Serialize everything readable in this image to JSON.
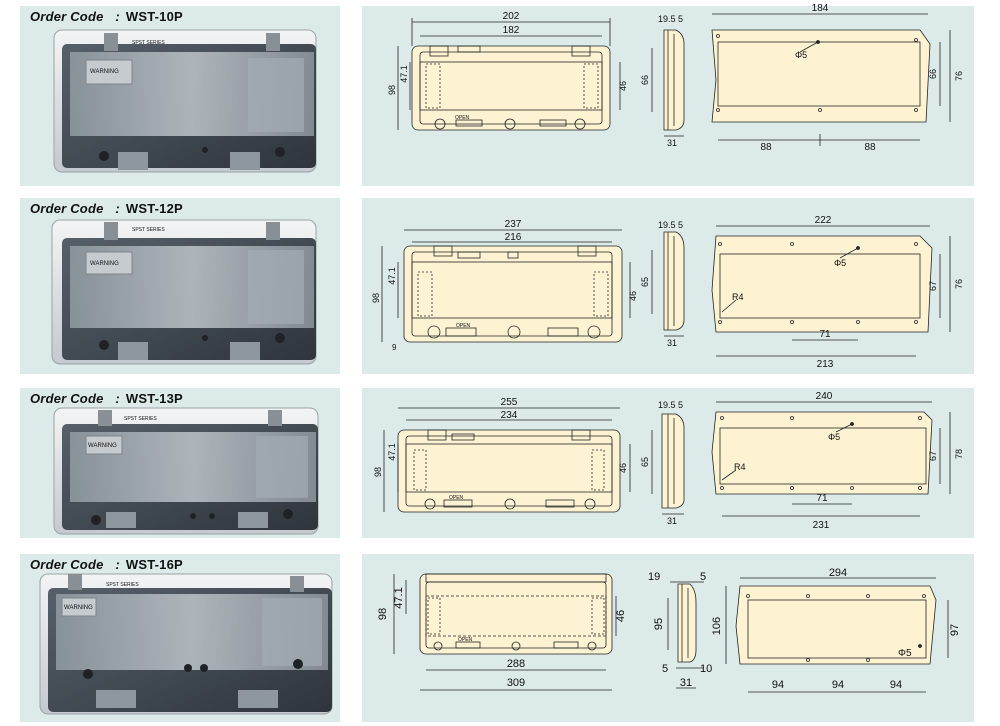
{
  "products": [
    {
      "order_label": "Order Code",
      "colon": ":",
      "code": "WST-10P",
      "photo_text": {
        "warning": "WARNING",
        "sticker": "SPST SERIES"
      },
      "front": {
        "overall": "202",
        "inner": "182",
        "height_total": "98",
        "height_window": "47.1",
        "height_right": "46",
        "open_label": "OPEN"
      },
      "side": {
        "top_a": "19.5",
        "top_b": "5",
        "height": "66",
        "depth": "31"
      },
      "cutout": {
        "width": "184",
        "hole": "Φ5",
        "inner_h": "66",
        "outer_h": "76",
        "span_a": "88",
        "span_b": "88"
      }
    },
    {
      "order_label": "Order Code",
      "colon": ":",
      "code": "WST-12P",
      "photo_text": {
        "warning": "WARNING",
        "sticker": "SPST SERIES"
      },
      "front": {
        "overall": "237",
        "inner": "216",
        "height_total": "98",
        "height_window": "47.1",
        "height_right": "46",
        "small": "9",
        "open_label": "OPEN"
      },
      "side": {
        "top_a": "19.5",
        "top_b": "5",
        "height": "65",
        "depth": "31"
      },
      "cutout": {
        "width": "222",
        "hole": "Φ5",
        "radius": "R4",
        "inner_h": "67",
        "outer_h": "76",
        "span": "71",
        "bottom": "213"
      }
    },
    {
      "order_label": "Order Code",
      "colon": ":",
      "code": "WST-13P",
      "photo_text": {
        "warning": "WARNING",
        "sticker": "SPST SERIES"
      },
      "front": {
        "overall": "255",
        "inner": "234",
        "height_total": "98",
        "height_window": "47.1",
        "height_right": "46",
        "open_label": "OPEN"
      },
      "side": {
        "top_a": "19.5",
        "top_b": "5",
        "height": "65",
        "depth": "31"
      },
      "cutout": {
        "width": "240",
        "hole": "Φ5",
        "radius": "R4",
        "inner_h": "67",
        "outer_h": "78",
        "span": "71",
        "bottom": "231"
      }
    },
    {
      "order_label": "Order Code",
      "colon": ":",
      "code": "WST-16P",
      "photo_text": {
        "warning": "WARNING",
        "sticker": "SPST SERIES"
      },
      "front": {
        "height_total": "98",
        "height_window": "47.1",
        "height_right": "46",
        "inner_bottom": "288",
        "overall_bottom": "309",
        "open_label": "OPEN"
      },
      "side": {
        "top_a": "19",
        "top_b": "5",
        "height": "95",
        "bot_a": "5",
        "bot_b": "10",
        "depth": "31"
      },
      "cutout": {
        "width": "294",
        "hole": "Φ5",
        "outer_h": "106",
        "inner_h": "97",
        "span_a": "94",
        "span_b": "94",
        "span_c": "94"
      }
    }
  ],
  "colors": {
    "panel": "#dcebea",
    "part_fill": "#fdf3d2",
    "line": "#222222",
    "frame_grey": "#c9cfd3",
    "cover_dark": "#3d444a"
  }
}
